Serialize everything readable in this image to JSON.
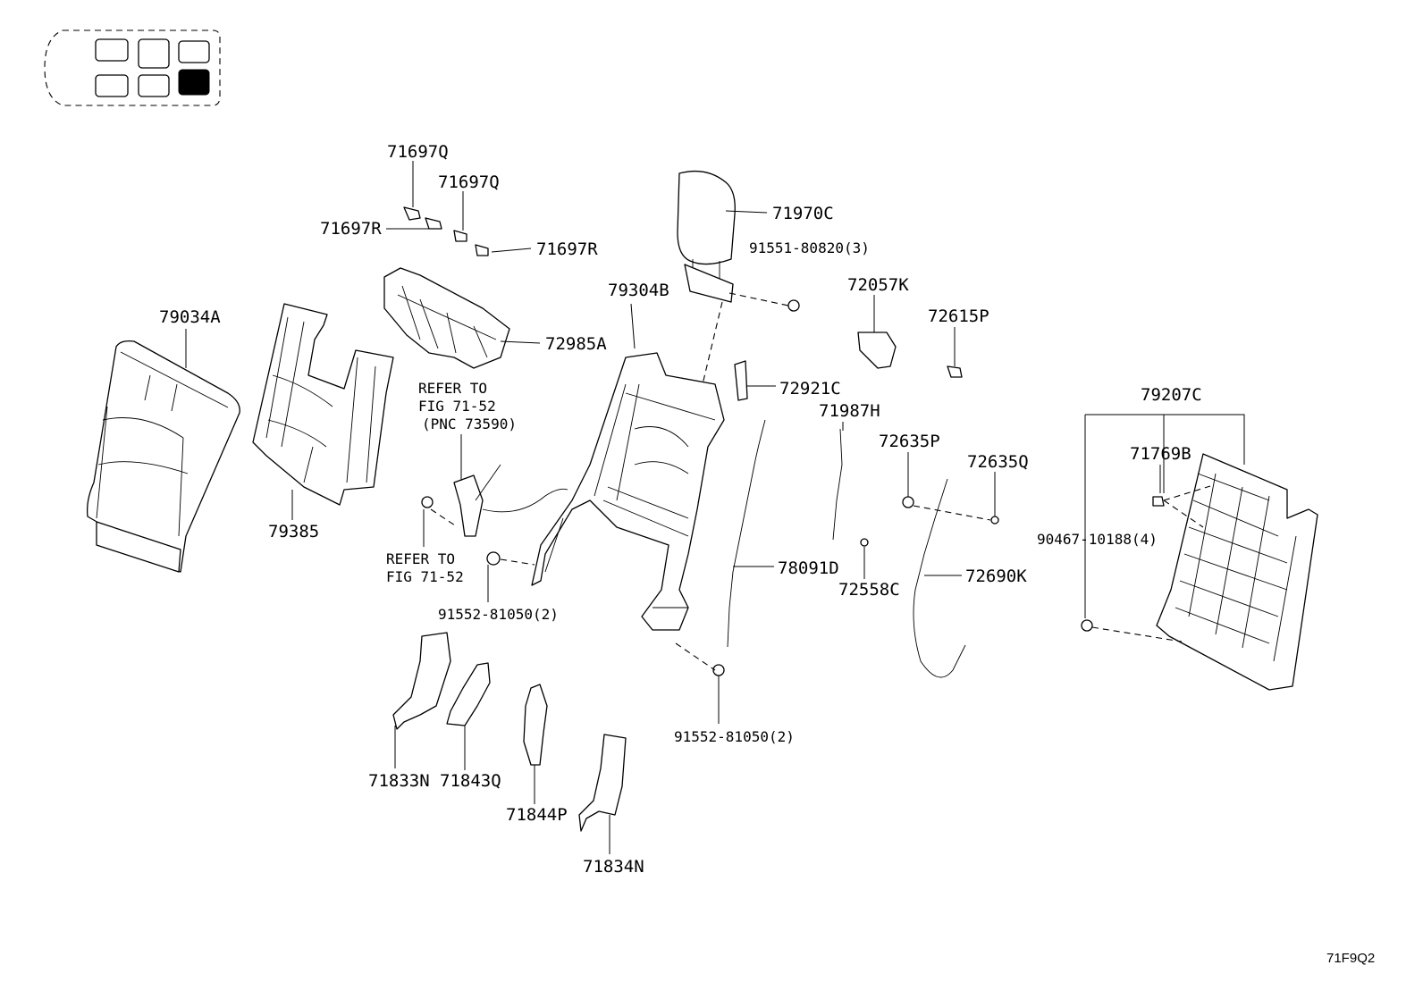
{
  "figure_code": "71F9Q2",
  "seat_position_indicator": {
    "highlighted_seat": "rear row right",
    "seat_count": 6
  },
  "parts": [
    {
      "id": "p79034A",
      "label": "79034A"
    },
    {
      "id": "p79385",
      "label": "79385"
    },
    {
      "id": "p71697Q_1",
      "label": "71697Q"
    },
    {
      "id": "p71697Q_2",
      "label": "71697Q"
    },
    {
      "id": "p71697R_1",
      "label": "71697R"
    },
    {
      "id": "p71697R_2",
      "label": "71697R"
    },
    {
      "id": "p72985A",
      "label": "72985A"
    },
    {
      "id": "p71970C",
      "label": "71970C"
    },
    {
      "id": "p91551",
      "label": "91551-80820(3)"
    },
    {
      "id": "p79304B",
      "label": "79304B"
    },
    {
      "id": "p72057K",
      "label": "72057K"
    },
    {
      "id": "p72615P",
      "label": "72615P"
    },
    {
      "id": "p72921C",
      "label": "72921C"
    },
    {
      "id": "p71987H",
      "label": "71987H"
    },
    {
      "id": "p72635P",
      "label": "72635P"
    },
    {
      "id": "p72635Q",
      "label": "72635Q"
    },
    {
      "id": "p79207C",
      "label": "79207C"
    },
    {
      "id": "p71769B",
      "label": "71769B"
    },
    {
      "id": "p90467",
      "label": "90467-10188(4)"
    },
    {
      "id": "p78091D",
      "label": "78091D"
    },
    {
      "id": "p72558C",
      "label": "72558C"
    },
    {
      "id": "p72690K",
      "label": "72690K"
    },
    {
      "id": "p91552_1",
      "label": "91552-81050(2)"
    },
    {
      "id": "p91552_2",
      "label": "91552-81050(2)"
    },
    {
      "id": "p71833N",
      "label": "71833N"
    },
    {
      "id": "p71843Q",
      "label": "71843Q"
    },
    {
      "id": "p71844P",
      "label": "71844P"
    },
    {
      "id": "p71834N",
      "label": "71834N"
    }
  ],
  "references": {
    "ref1_line1": "REFER TO",
    "ref1_line2": "FIG 71-52",
    "ref1_line3": "(PNC 73590)",
    "ref2_line1": "REFER TO",
    "ref2_line2": "FIG 71-52"
  }
}
